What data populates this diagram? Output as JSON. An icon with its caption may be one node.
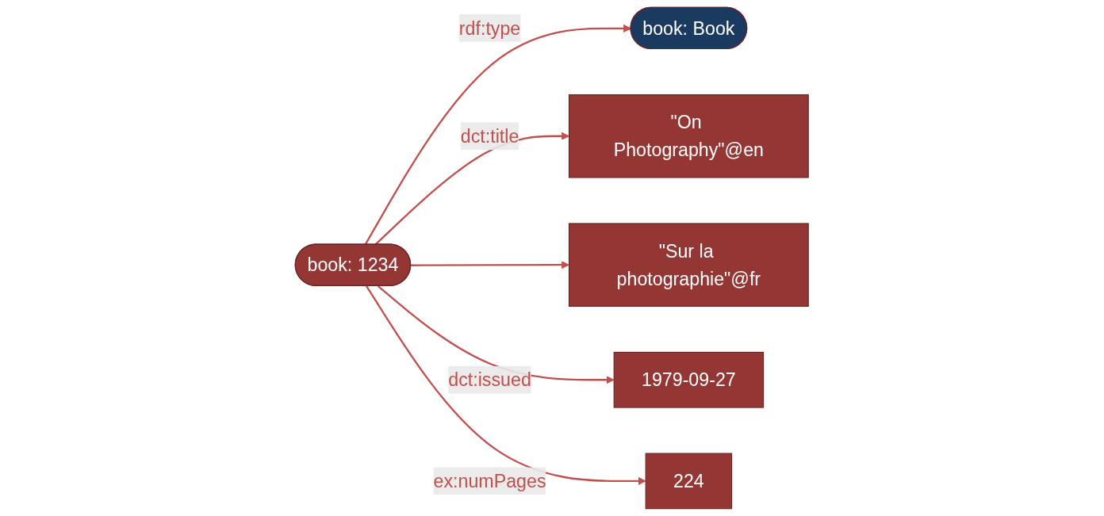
{
  "diagram": {
    "nodes": [
      {
        "text": [
          "book: Book"
        ]
      },
      {
        "text": [
          "book: 1234"
        ]
      },
      {
        "text": [
          "\"On Photography\"@en"
        ]
      },
      {
        "text": [
          "\"Sur la photographie\"@fr"
        ]
      },
      {
        "text": [
          "1979-09-27"
        ]
      },
      {
        "text": [
          "224"
        ]
      }
    ],
    "edges": [
      {
        "from": 1,
        "to": 0,
        "arrow": "to",
        "label": "rdf:type"
      },
      {
        "from": 1,
        "to": 2,
        "arrow": "to",
        "label": "dct:title"
      },
      {
        "from": 1,
        "to": 3,
        "arrow": "to"
      },
      {
        "from": 1,
        "to": 4,
        "arrow": "to",
        "label": "dct:issued"
      },
      {
        "from": 1,
        "to": 5,
        "arrow": "to",
        "label": "ex:numPages"
      }
    ]
  }
}
